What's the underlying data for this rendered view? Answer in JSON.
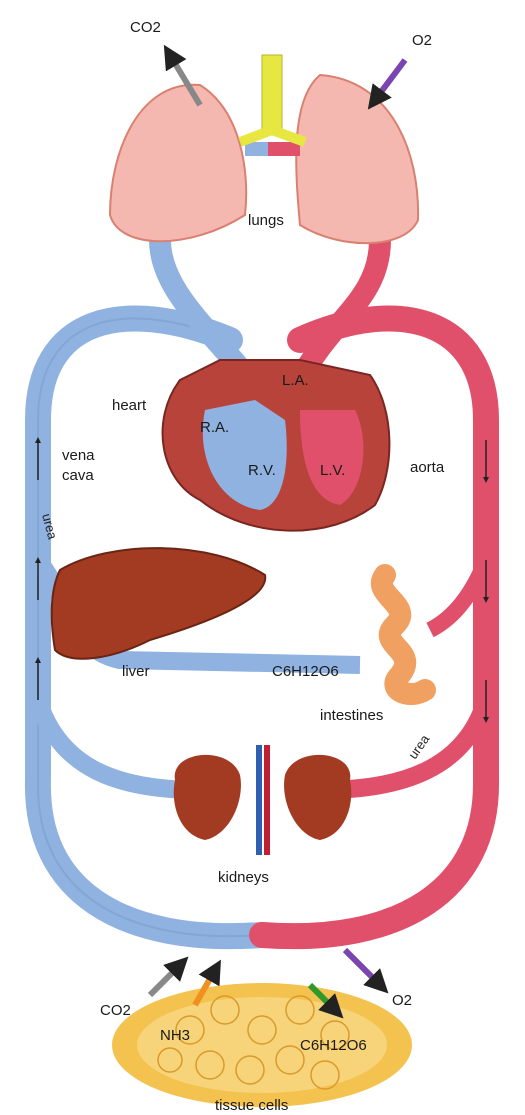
{
  "labels": {
    "co2_top": "CO2",
    "o2_top": "O2",
    "lungs": "lungs",
    "heart": "heart",
    "ra": "R.A.",
    "la": "L.A.",
    "rv": "R.V.",
    "lv": "L.V.",
    "vena": "vena",
    "cava": "cava",
    "aorta": "aorta",
    "urea_left": "urea",
    "urea_right": "urea",
    "liver": "liver",
    "glucose_mid": "C6H12O6",
    "intestines": "intestines",
    "kidneys": "kidneys",
    "co2_bottom": "CO2",
    "o2_bottom": "O2",
    "nh3": "NH3",
    "glucose_bottom": "C6H12O6",
    "tissue": "tissue cells"
  },
  "colors": {
    "deoxygenated": "#8fb2e0",
    "oxygenated": "#e0506a",
    "lung": "#f5b8b0",
    "heart": "#b8433b",
    "organ": "#a33b22",
    "trachea": "#e8e640",
    "tissue": "#f4c24e"
  }
}
